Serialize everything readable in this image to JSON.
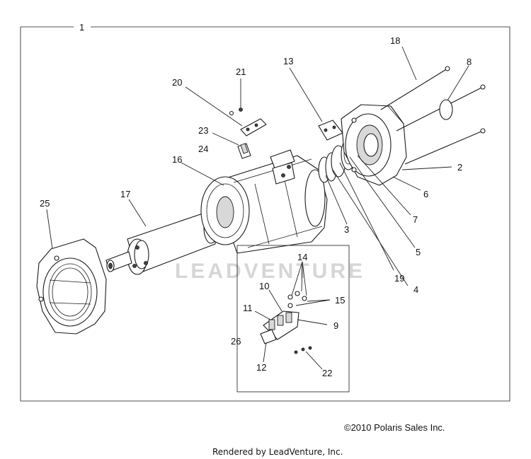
{
  "diagram": {
    "callouts": [
      "1",
      "2",
      "3",
      "4",
      "5",
      "6",
      "7",
      "8",
      "9",
      "10",
      "11",
      "12",
      "13",
      "14",
      "15",
      "16",
      "17",
      "18",
      "19",
      "20",
      "21",
      "22",
      "23",
      "24",
      "25",
      "26"
    ],
    "watermark": "LEADVENTURE"
  },
  "footer": {
    "copyright": "©2010 Polaris Sales Inc.",
    "rendered_by": "Rendered by LeadVenture, Inc."
  }
}
